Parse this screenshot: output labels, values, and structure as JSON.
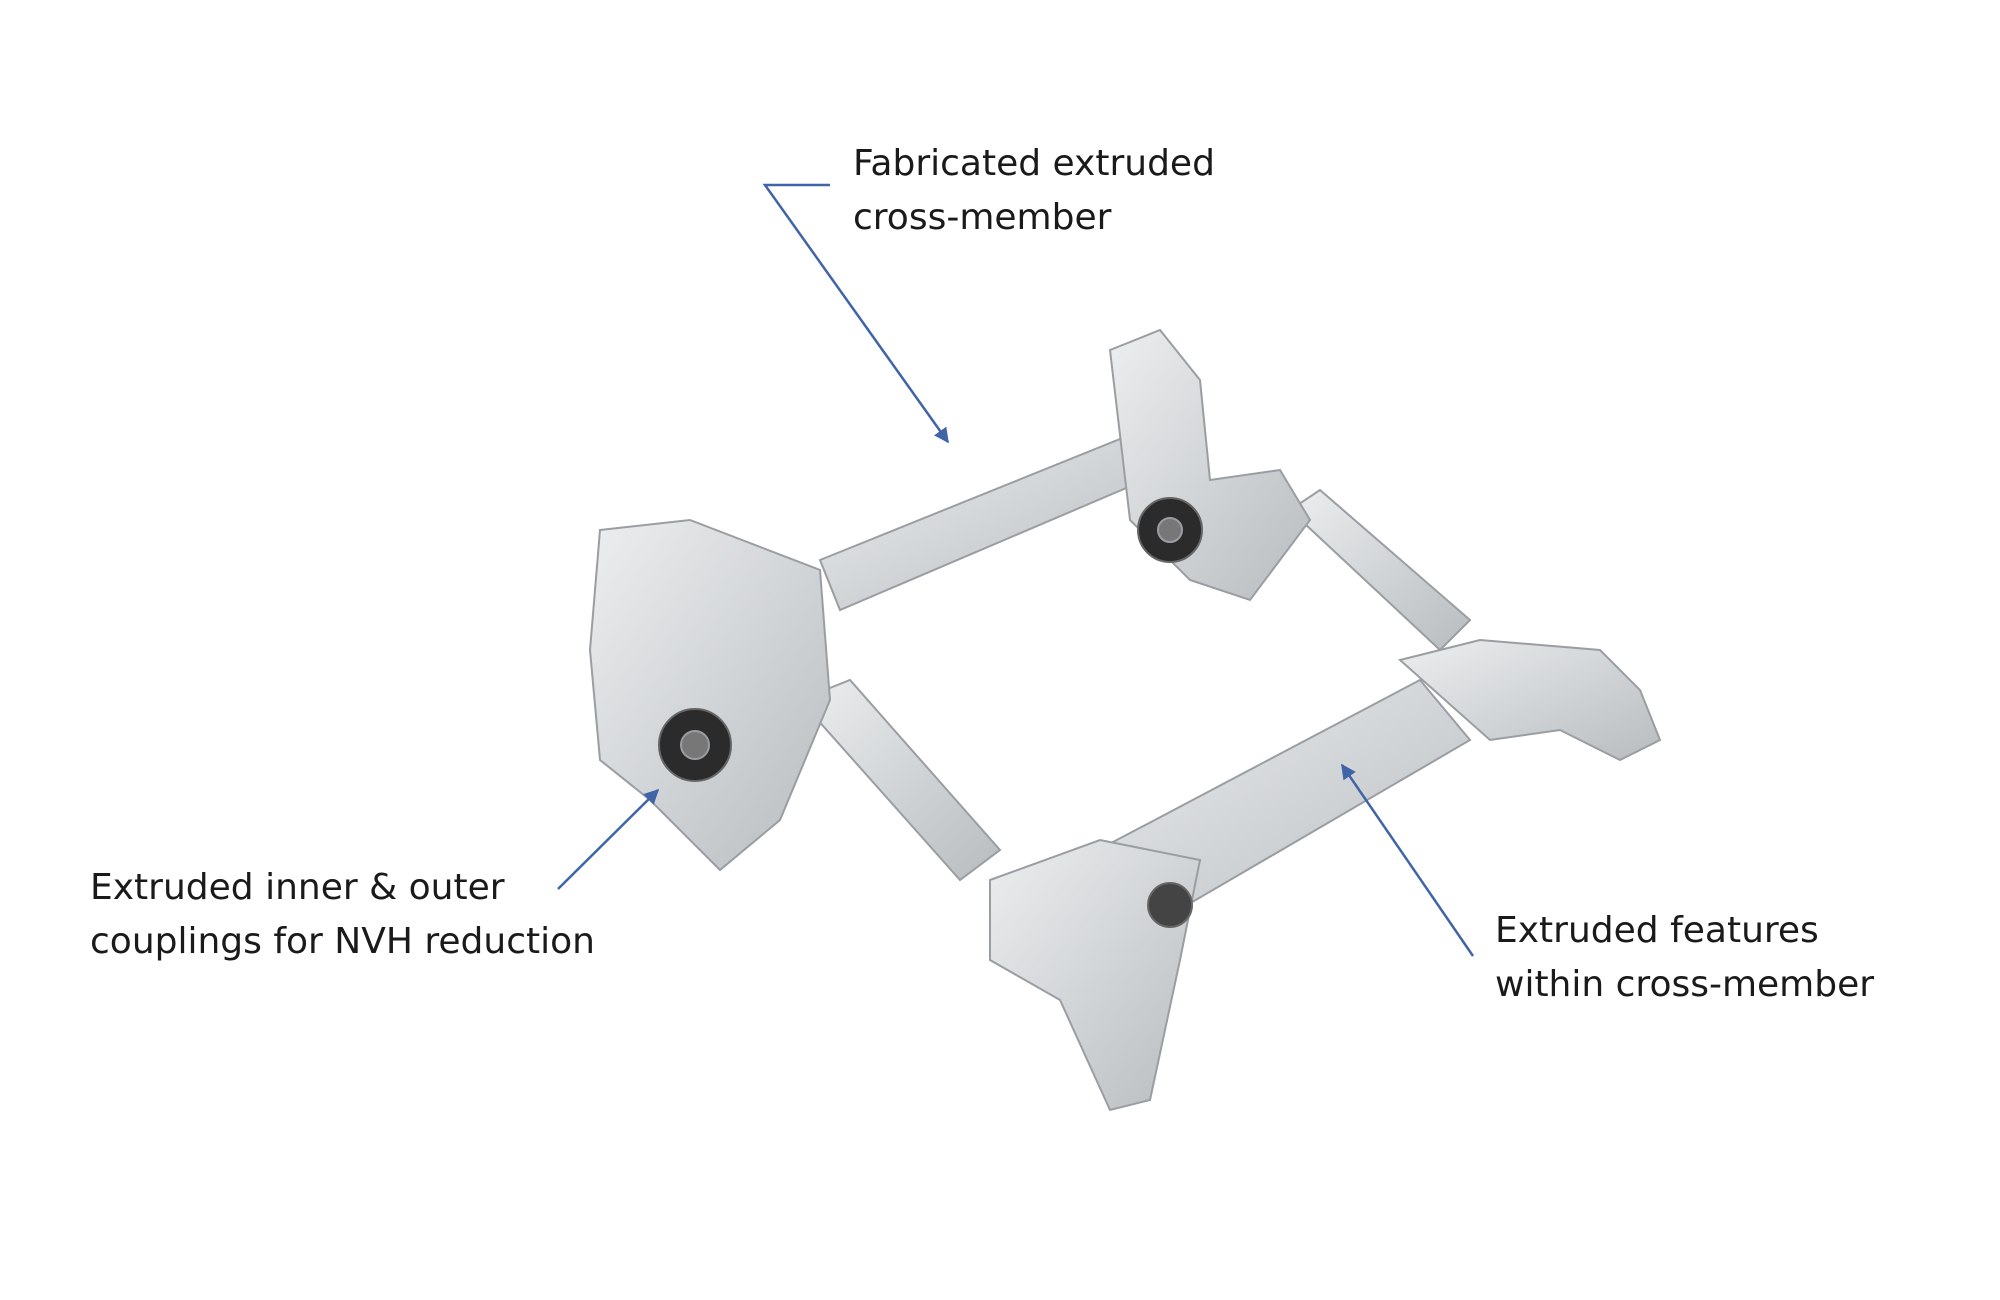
{
  "annotations": [
    {
      "lines": [
        "Fabricated extruded",
        "cross-member"
      ]
    },
    {
      "lines": [
        "Extruded inner & outer",
        "couplings for NVH reduction"
      ]
    },
    {
      "lines": [
        "Extruded features",
        "within cross-member"
      ]
    }
  ],
  "colors": {
    "arrow": "#3f64a8",
    "metal": "#c9ccce",
    "text": "#1a1a1a"
  }
}
